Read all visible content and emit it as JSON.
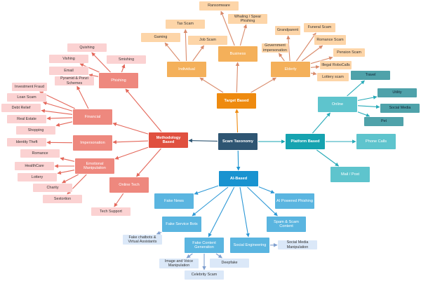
{
  "title": "Scam Taxonomy",
  "colors": {
    "root": "#2e5572",
    "methodology": "#e0503f",
    "methodology_sub": "#ee887e",
    "methodology_leaf": "#fbd2d2",
    "methodology_line": "#e4675a",
    "target": "#ee8a0f",
    "target_sub": "#f4b05a",
    "target_leaf": "#fdd5a8",
    "target_line": "#d98a6a",
    "platform": "#16a3b0",
    "platform_sub": "#5ec4cd",
    "platform_leaf": "#4fa2aa",
    "platform_line": "#27aab8",
    "ai": "#1993d0",
    "ai_sub": "#5ab5e0",
    "ai_leaf": "#dbe8f8",
    "ai_line": "#2d98d6"
  },
  "tree": {
    "id": "root",
    "label": "Scam Taxonomy",
    "children": [
      {
        "id": "methodology",
        "label": "Methodology Based",
        "children": [
          {
            "id": "phishing",
            "label": "Phishing",
            "children": [
              {
                "id": "quishing",
                "label": "Quishing"
              },
              {
                "id": "vishing",
                "label": "Vishing"
              },
              {
                "id": "smishing",
                "label": "Smishing"
              },
              {
                "id": "email",
                "label": "Email"
              }
            ]
          },
          {
            "id": "financial",
            "label": "Financial",
            "children": [
              {
                "id": "pyramid",
                "label": "Pyramid & Ponzi Schemes"
              },
              {
                "id": "investment",
                "label": "Investment Fraud"
              },
              {
                "id": "loan",
                "label": "Loan Scam"
              },
              {
                "id": "debt",
                "label": "Debt Relief"
              },
              {
                "id": "realestate",
                "label": "Real Estate"
              },
              {
                "id": "shopping",
                "label": "Shopping"
              }
            ]
          },
          {
            "id": "impersonation",
            "label": "Impersonation",
            "children": [
              {
                "id": "identity",
                "label": "Identity Theft"
              }
            ]
          },
          {
            "id": "emotional",
            "label": "Emotional Manipulation",
            "children": [
              {
                "id": "romance",
                "label": "Romance"
              },
              {
                "id": "healthcare",
                "label": "HealthCare"
              },
              {
                "id": "lottery",
                "label": "Lottery"
              },
              {
                "id": "charity",
                "label": "Charity"
              },
              {
                "id": "sextortion",
                "label": "Sextortion"
              }
            ]
          },
          {
            "id": "onlinetech",
            "label": "Online Tech",
            "children": [
              {
                "id": "techsupport",
                "label": "Tech Support"
              }
            ]
          }
        ]
      },
      {
        "id": "target",
        "label": "Target Based",
        "children": [
          {
            "id": "individual",
            "label": "Individual",
            "children": [
              {
                "id": "gaming",
                "label": "Gaming"
              },
              {
                "id": "taxscam",
                "label": "Tax Scam"
              },
              {
                "id": "jobscam",
                "label": "Job Scam"
              }
            ]
          },
          {
            "id": "business",
            "label": "Business",
            "children": [
              {
                "id": "ransomware",
                "label": "Ransomware"
              },
              {
                "id": "whaling",
                "label": "Whaling / Spear Phishing"
              }
            ]
          },
          {
            "id": "elderly",
            "label": "Elderly",
            "children": [
              {
                "id": "govimp",
                "label": "Government impersonation"
              },
              {
                "id": "grandparent",
                "label": "Grandparent"
              },
              {
                "id": "funeral",
                "label": "Funeral Scam"
              },
              {
                "id": "romancescam",
                "label": "Romance Scam"
              },
              {
                "id": "pension",
                "label": "Pension Scam"
              },
              {
                "id": "robocalls",
                "label": "Illegal RoboCalls"
              },
              {
                "id": "lotteryscam",
                "label": "Lottery scam"
              }
            ]
          }
        ]
      },
      {
        "id": "platform",
        "label": "Platform Based",
        "children": [
          {
            "id": "online",
            "label": "Online",
            "children": [
              {
                "id": "travel",
                "label": "Travel"
              },
              {
                "id": "utility",
                "label": "Utility"
              },
              {
                "id": "socialmedia",
                "label": "Social Media"
              },
              {
                "id": "pet",
                "label": "Pet"
              }
            ]
          },
          {
            "id": "phonecalls",
            "label": "Phone Calls"
          },
          {
            "id": "mailpost",
            "label": "Mail / Post"
          }
        ]
      },
      {
        "id": "ai",
        "label": "AI-Based",
        "children": [
          {
            "id": "fakenews",
            "label": "Fake News"
          },
          {
            "id": "aiphishing",
            "label": "AI Powered Phishing"
          },
          {
            "id": "fakebots",
            "label": "Fake Service Bots",
            "children": [
              {
                "id": "chatbots",
                "label": "Fake chatbots & Virtual Assistants"
              }
            ]
          },
          {
            "id": "spam",
            "label": "Spam & Scam Content"
          },
          {
            "id": "fakecontent",
            "label": "Fake Content Generation",
            "children": [
              {
                "id": "imagevoice",
                "label": "Image and Voice Manipulation"
              },
              {
                "id": "deepfake",
                "label": "Deepfake"
              },
              {
                "id": "celebrity",
                "label": "Celebrity Scam"
              }
            ]
          },
          {
            "id": "socialeng",
            "label": "Social Engineering",
            "children": [
              {
                "id": "smmanip",
                "label": "Social Media Manipulation"
              }
            ]
          }
        ]
      }
    ]
  }
}
